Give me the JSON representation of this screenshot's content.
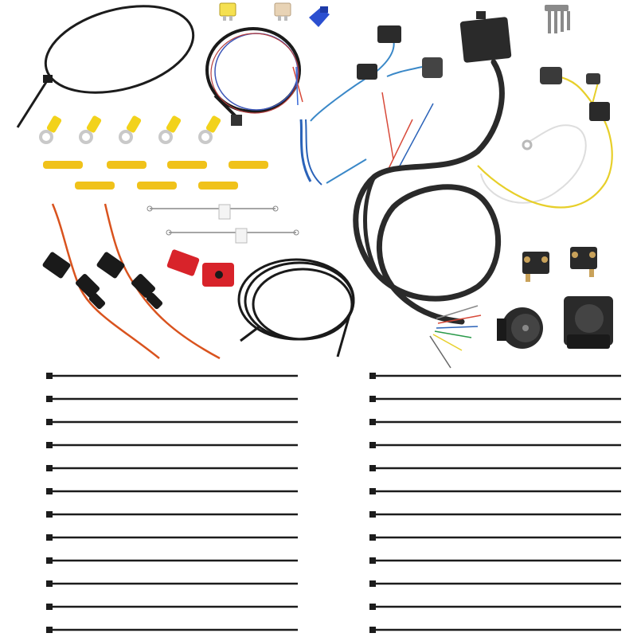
{
  "colors": {
    "background": "#ffffff",
    "zip_tie": "#1c1c1c",
    "terminal_yellow": "#f2d21b",
    "terminal_ring": "#c9c9c9",
    "butt_connector": "#f0c21a",
    "wire_red": "#d9531e",
    "wire_blue": "#2a62b8",
    "wire_yellow": "#e7cf2a",
    "loom_black": "#2a2a2a",
    "fuse_yellow": "#f5e050",
    "fuse_tan": "#e8d3b5",
    "tap_blue": "#2b4fd0",
    "red_fuse_holder": "#d8232a",
    "wire_white": "#eeeeee"
  },
  "items": {
    "ring_terminals": {
      "count": 5
    },
    "butt_connectors": {
      "count": 7
    },
    "inline_fuse_holders": {
      "count": 2
    },
    "zip_ties_left": {
      "count": 12
    },
    "zip_ties_right": {
      "count": 12
    },
    "circuit_breakers": {
      "count": 2
    }
  }
}
